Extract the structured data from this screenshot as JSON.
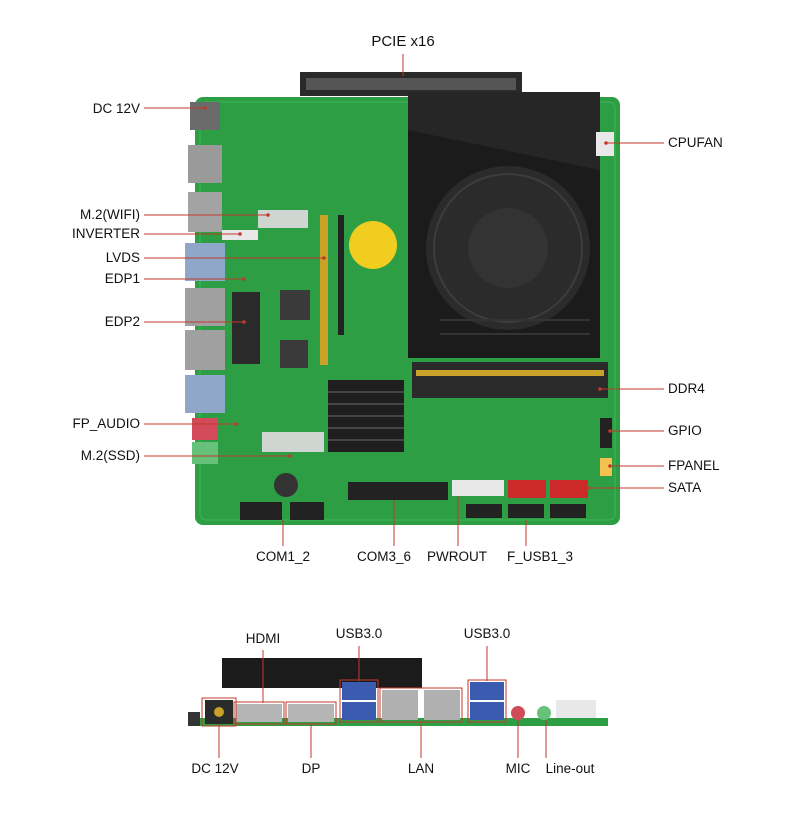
{
  "top_view": {
    "title": "PCIE x16",
    "left_labels": [
      "DC 12V",
      "M.2(WIFI)",
      "INVERTER",
      "LVDS",
      "EDP1",
      "EDP2",
      "FP_AUDIO",
      "M.2(SSD)"
    ],
    "right_labels": [
      "CPUFAN",
      "DDR4",
      "GPIO",
      "FPANEL",
      "SATA"
    ],
    "bottom_labels": [
      "COM1_2",
      "COM3_6",
      "PWROUT",
      "F_USB1_3"
    ]
  },
  "rear_view": {
    "top_labels": [
      "HDMI",
      "USB3.0",
      "USB3.0"
    ],
    "bottom_labels": [
      "DC 12V",
      "DP",
      "LAN",
      "MIC",
      "Line-out"
    ]
  },
  "board_colors": {
    "pcb": "#2e9e45",
    "heatsink": "#1b1b1b",
    "lead": "#c0392b"
  }
}
